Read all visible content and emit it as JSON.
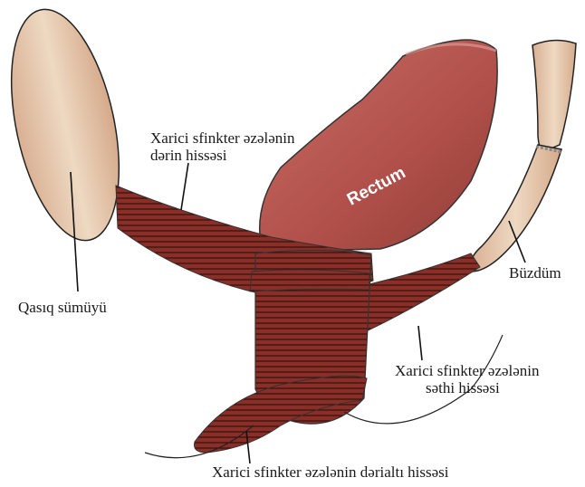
{
  "labels": {
    "rectum": "Rectum",
    "deep_part": [
      "Xarici sfinkter əzələnin",
      "dərin hissəsi"
    ],
    "pubic_bone": "Qasıq sümüyü",
    "coccyx": "Büzdüm",
    "superficial_part": [
      "Xarici sfinkter əzələnin",
      "səthi hissəsi"
    ],
    "subcutaneous_part": "Xarici sfinkter əzələnin dərialtı hissəsi"
  },
  "colors": {
    "bone": "#ead2b8",
    "bone_shade": "#d3a884",
    "rectum": "#b5534d",
    "rectum_dark": "#8d3a36",
    "muscle": "#8a2f28",
    "muscle_fibers": "#2a0d0a"
  }
}
